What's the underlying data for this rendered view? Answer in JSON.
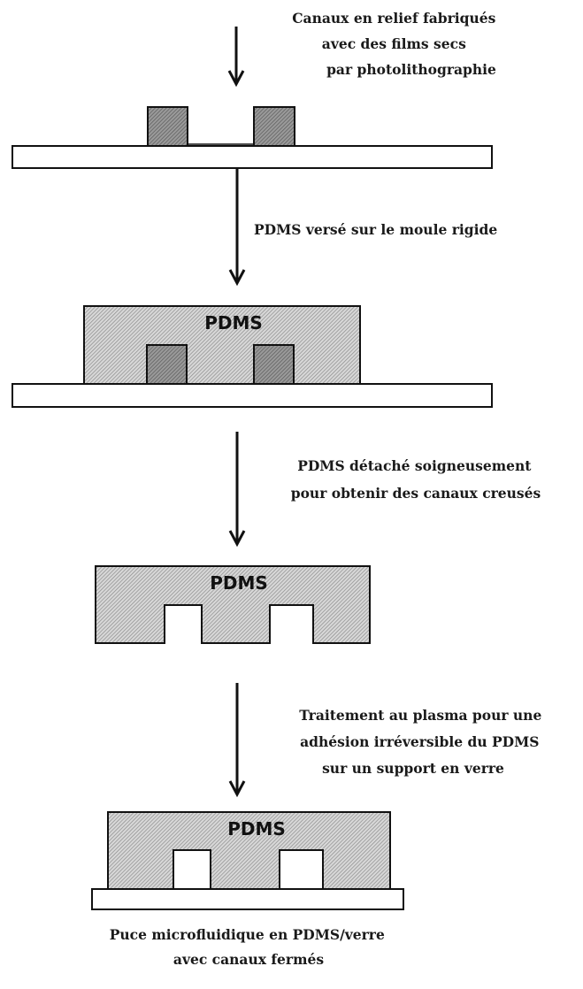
{
  "steps": {
    "step1_caption": [
      "Canaux en relief fabriqués",
      "avec des films secs",
      "par photolithographie"
    ],
    "step2_caption": [
      "PDMS versé sur le moule rigide"
    ],
    "step3_caption": [
      "PDMS détaché soigneusement",
      "pour obtenir des canaux creusés"
    ],
    "step4_caption": [
      "Traitement au plasma pour une",
      "adhésion irréversible du PDMS",
      "sur un support en verre"
    ],
    "final_caption": [
      "Puce microfluidique en PDMS/verre",
      "avec canaux fermés"
    ]
  },
  "material_label": "PDMS",
  "colors": {
    "outline": "#111111",
    "pdms_hatch": "#9a9a9a",
    "relief_fill": "#8a8a8a",
    "substrate": "#ffffff"
  }
}
